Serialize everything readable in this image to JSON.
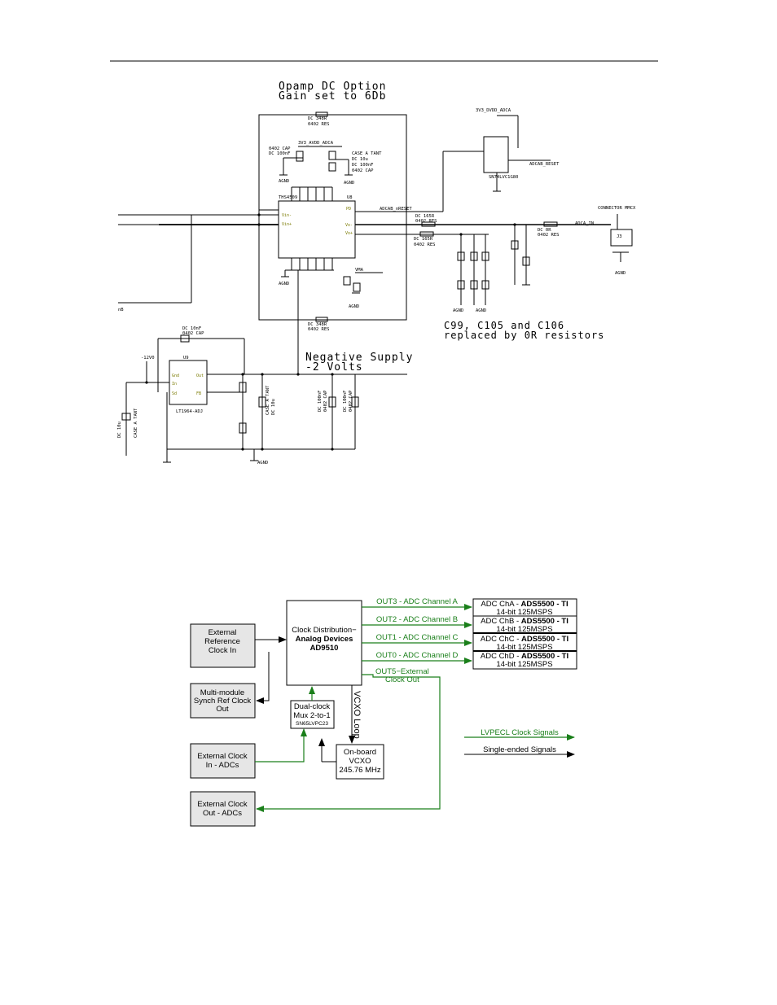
{
  "schematic": {
    "opamp_title": [
      "Opamp DC Option",
      "Gain set to 6Db"
    ],
    "neg_title": [
      "Negative Supply",
      "-2 Volts"
    ],
    "note": [
      "C99, C105 and C106",
      "replaced by 0R resistors"
    ],
    "ths": {
      "name": "THS4509",
      "ref": "U8"
    },
    "lvc": {
      "name": "SN74LVC1G80"
    },
    "lt": {
      "name": "LT1964-ADJ",
      "ref": "U9"
    },
    "connector": {
      "title": "CONNECTOR MMCX",
      "ref": "J3"
    },
    "nets": {
      "avdd": "3V3_AVDD_ADCA",
      "dvdd": "3V3_DVDD_ADCA",
      "reset": "ADCAB_RESET",
      "nreset": "ADCAB_nRESET",
      "adca_in": "ADCA_IN",
      "m12v": "-12V0",
      "agnd": "AGND",
      "vma": "VMA"
    },
    "parts": {
      "r_top": [
        "DC 348R",
        "0402 RES"
      ],
      "cap_top": [
        "0402 CAP",
        "DC 100nF"
      ],
      "tant": [
        "CASE A TANT",
        "DC 10u"
      ],
      "cap_right": [
        "DC 100nF",
        "0402 CAP"
      ],
      "r165a": [
        "DC 165R",
        "0402 RES"
      ],
      "r165b": [
        "DC 165R",
        "0402 RES"
      ],
      "r_bot": [
        "DC 348R",
        "0402 RES"
      ],
      "dc_0r": [
        "DC 0R",
        "0402 RES"
      ],
      "cap_lt": [
        "DC 10nF",
        "0402 CAP"
      ],
      "tant_lt": [
        "DC 10u",
        "CASE A TANT"
      ],
      "tant_mid": [
        "CASE A TANT",
        "DC 10u"
      ],
      "cap_neg1": [
        "DC 100nF",
        "0402 CAP"
      ],
      "cap_neg2": [
        "DC 100nF",
        "0402 CAP"
      ]
    }
  },
  "diagram": {
    "blocks": {
      "ad9510": [
        "Clock Distribution−",
        "Analog Devices",
        "AD9510"
      ],
      "ext_ref": [
        "External",
        "Reference",
        "Clock In"
      ],
      "multi": [
        "Multi-module",
        "Synch Ref Clock",
        "Out"
      ],
      "ext_in": [
        "External Clock",
        "In - ADCs"
      ],
      "ext_out": [
        "External Clock",
        "Out - ADCs"
      ],
      "mux": [
        "Dual-clock",
        "Mux 2-to-1",
        "SN65LVPC23"
      ],
      "vcxo": [
        "On-board",
        "VCXO",
        "245.76 MHz"
      ],
      "vcxo_loop": "VCXO Loop"
    },
    "outputs": [
      {
        "link": "OUT3 - ADC Channel A",
        "adc_prefix": "ADC ChA - ",
        "adc_part": "ADS5500 - TI",
        "adc_spec": "14-bit 125MSPS"
      },
      {
        "link": "OUT2 - ADC Channel B",
        "adc_prefix": "ADC ChB - ",
        "adc_part": "ADS5500 - TI",
        "adc_spec": "14-bit 125MSPS"
      },
      {
        "link": "OUT1 - ADC Channel C",
        "adc_prefix": "ADC ChC - ",
        "adc_part": "ADS5500 - TI",
        "adc_spec": "14-bit 125MSPS"
      },
      {
        "link": "OUT0 - ADC Channel D",
        "adc_prefix": "ADC ChD - ",
        "adc_part": "ADS5500 - TI",
        "adc_spec": "14-bit 125MSPS"
      }
    ],
    "out5": [
      "OUT5−External",
      "Clock Out"
    ],
    "legend": {
      "lvpecl": "LVPECL Clock Signals",
      "single": "Single-ended Signals"
    },
    "colors": {
      "lvpecl": "#1a7f1a",
      "single": "#000000"
    }
  }
}
